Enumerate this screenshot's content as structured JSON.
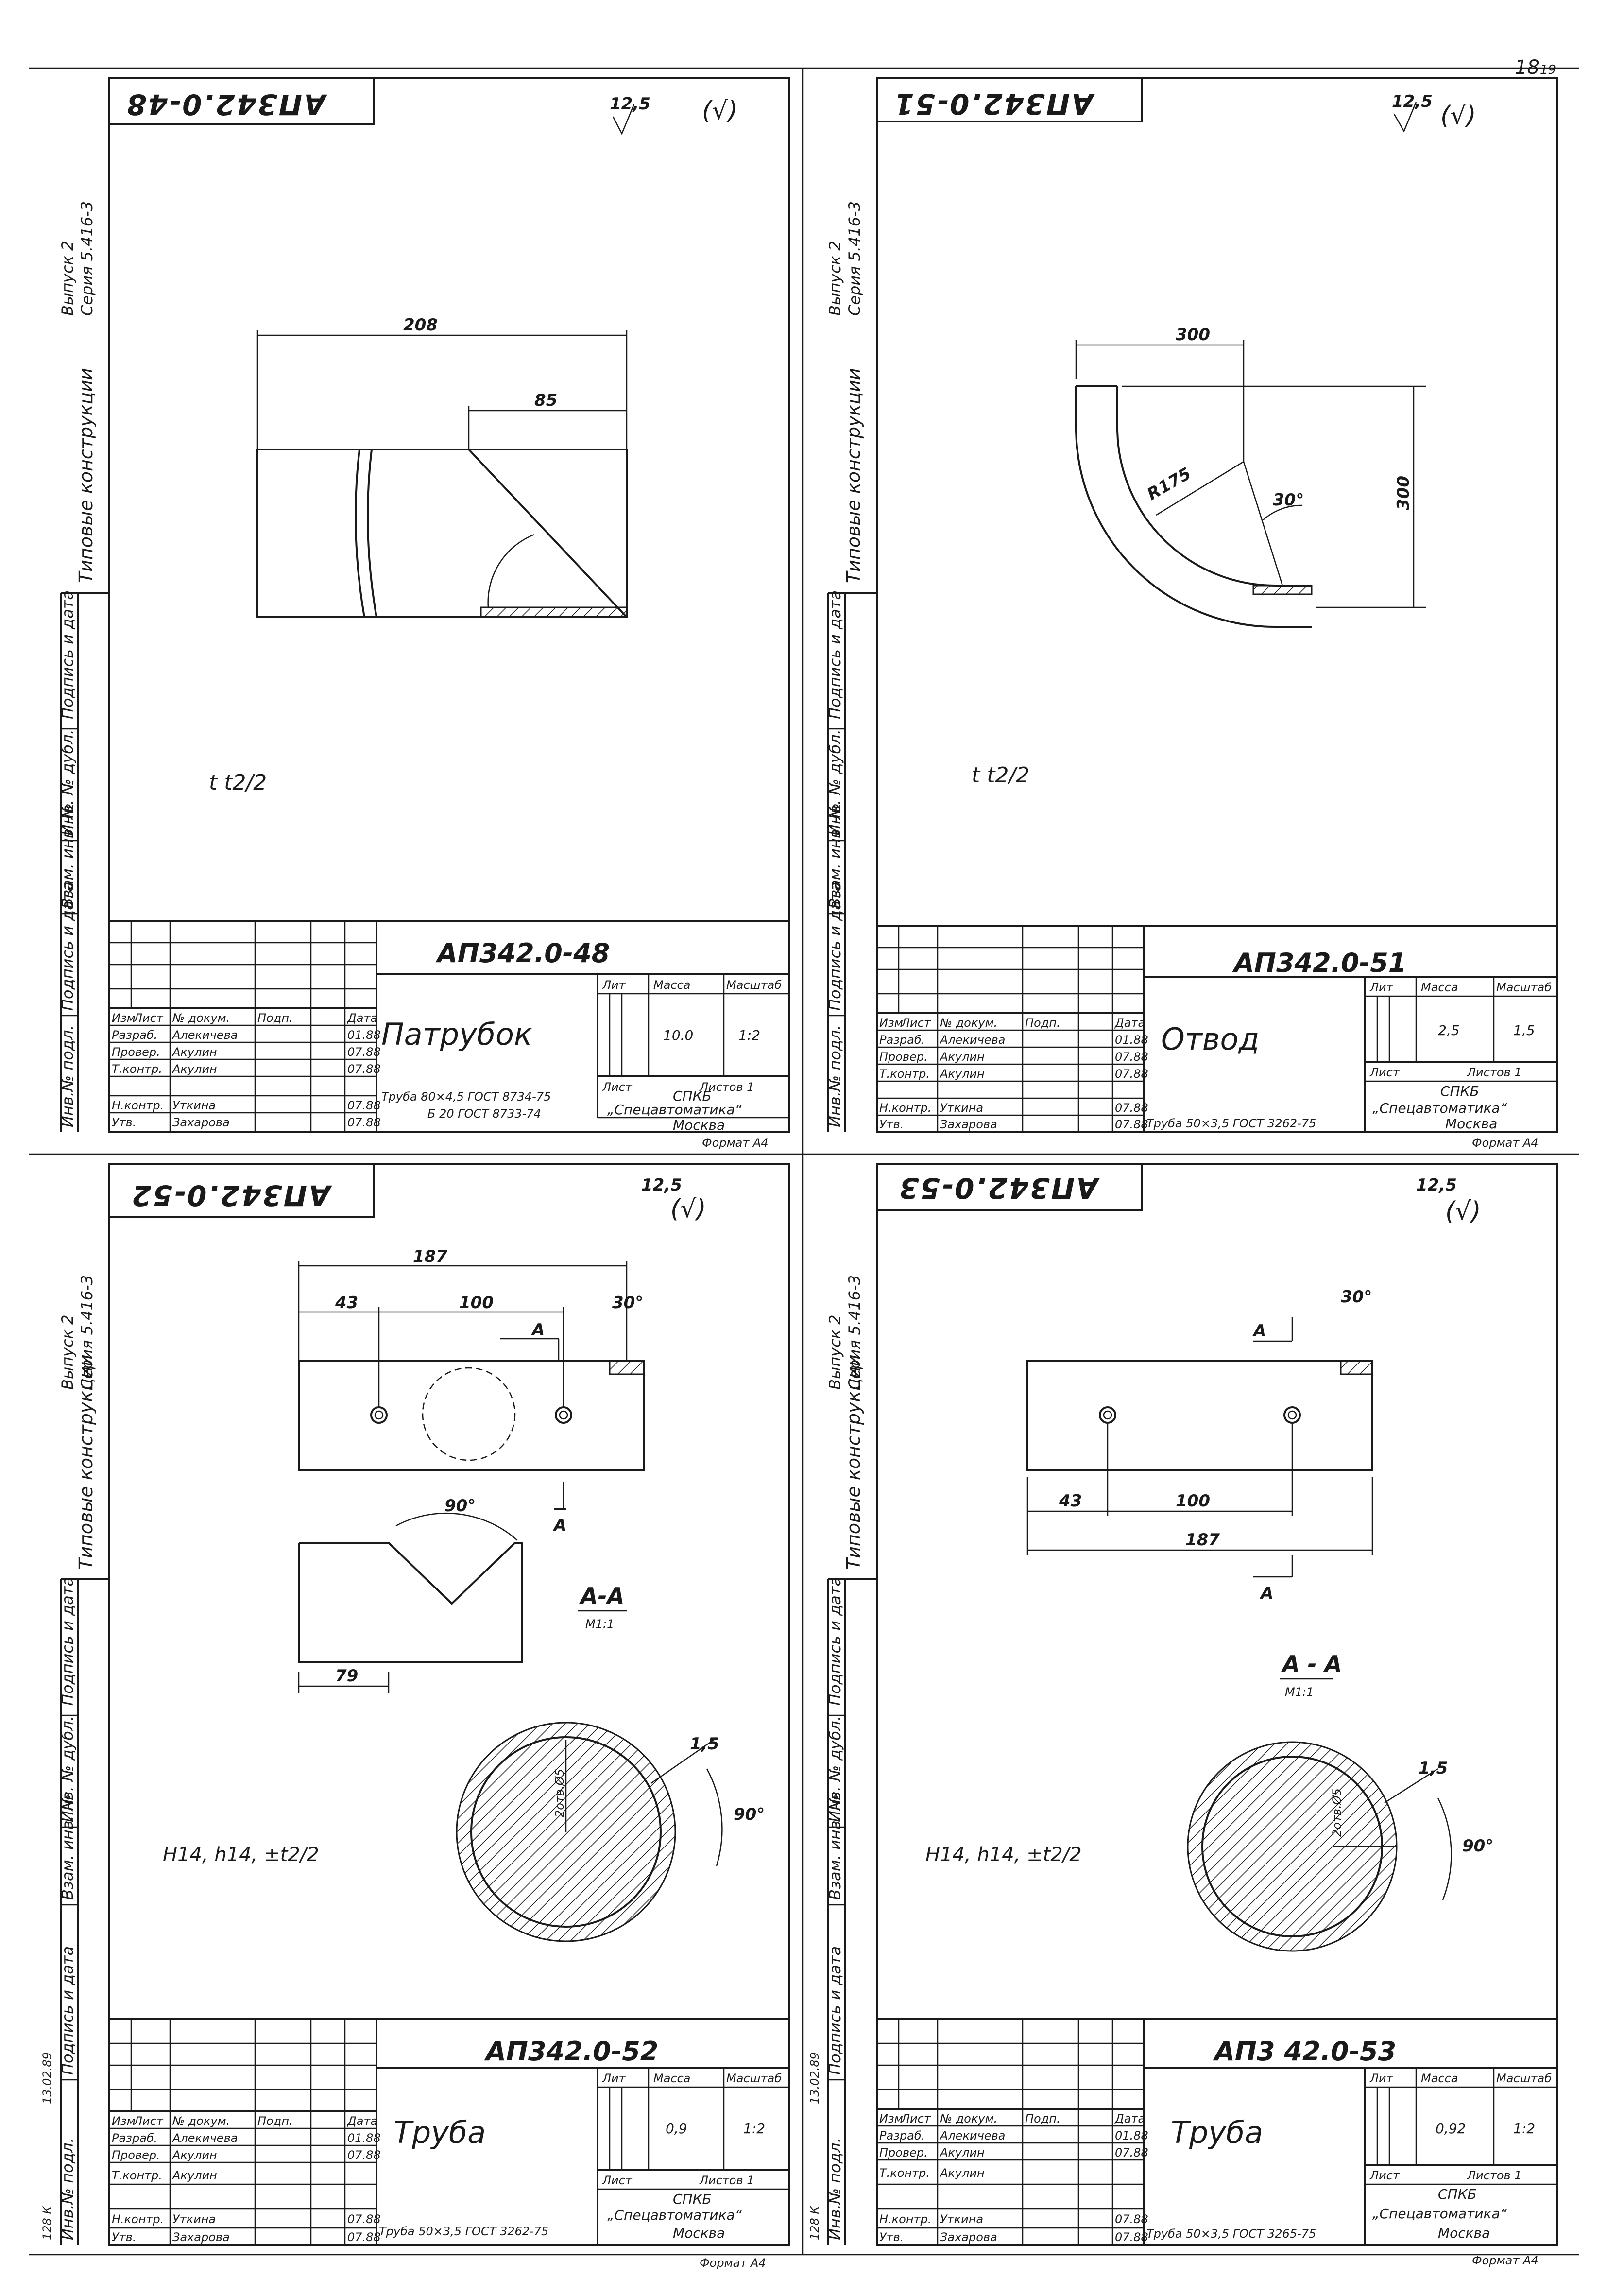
{
  "page": {
    "page_number": "18",
    "page_number_alt": "19"
  },
  "sheets": [
    {
      "code_top": "АП342.0-48",
      "roughness": "12,5",
      "roughness_sign": "(√)",
      "side_series": "Серия 5.416-3",
      "side_issue": "Выпуск 2",
      "side_title": "Типовые конструкции",
      "tolerance_note": "t  t2/2",
      "dims": {
        "d1": "208",
        "d2": "85"
      },
      "title_block": {
        "designation": "АП342.0-48",
        "name": "Патрубок",
        "mass": "10.0",
        "scale": "1:2",
        "material_1": "Труба 80×4,5 ГОСТ 8734-75",
        "material_2": "Б 20 ГОСТ 8733-74",
        "sheets": "Листов 1"
      }
    },
    {
      "code_top": "АП342.0-51",
      "roughness": "12,5",
      "roughness_sign": "(√)",
      "side_series": "Серия 5.416-3",
      "side_issue": "Выпуск 2",
      "side_title": "Типовые конструкции",
      "tolerance_note": "t  t2/2",
      "dims": {
        "d1": "300",
        "d2": "300",
        "radius": "R175",
        "angle": "30°"
      },
      "title_block": {
        "designation": "АП342.0-51",
        "name": "Отвод",
        "mass": "2,5",
        "scale": "1,5",
        "material_1": "Труба 50×3,5 ГОСТ 3262-75",
        "material_2": "",
        "sheets": "Листов 1"
      }
    },
    {
      "code_top": "АП342.0-52",
      "roughness": "12,5",
      "roughness_sign": "(√)",
      "side_series": "Серия 5.416-3",
      "side_issue": "Выпуск 2",
      "side_title": "Типовые конструкции",
      "tolerance_note": "H14, h14, ±t2/2",
      "dims": {
        "d1": "187",
        "d2": "43",
        "d3": "100",
        "angle": "30°",
        "angle2": "90°",
        "d4": "79",
        "section": "А-А",
        "section_scale": "М1:1",
        "hole": "2отв.Ø5",
        "wall": "1,5",
        "angle3": "90°",
        "label_a": "А"
      },
      "archive_number": "128 К",
      "archive_date": "13.02.89",
      "title_block": {
        "designation": "АП342.0-52",
        "name": "Труба",
        "mass": "0,9",
        "scale": "1:2",
        "material_1": "Труба 50×3,5 ГОСТ 3262-75",
        "material_2": "",
        "sheets": "Листов 1"
      }
    },
    {
      "code_top": "АП342.0-53",
      "roughness": "12,5",
      "roughness_sign": "(√)",
      "side_series": "Серия 5.416-3",
      "side_issue": "Выпуск 2",
      "side_title": "Типовые конструкции",
      "tolerance_note": "H14, h14, ±t2/2",
      "dims": {
        "d1": "187",
        "d2": "43",
        "d3": "100",
        "angle": "30°",
        "section": "А - А",
        "section_scale": "М1:1",
        "hole": "2отв.Ø5",
        "wall": "1,5",
        "angle3": "90°",
        "label_a": "А"
      },
      "archive_number": "128 К",
      "archive_date": "13.02.89",
      "title_block": {
        "designation": "АП3 42.0-53",
        "name": "Труба",
        "mass": "0,92",
        "scale": "1:2",
        "material_1": "Труба 50×3,5 ГОСТ 3265-75",
        "material_2": "",
        "sheets": "Листов 1"
      }
    }
  ],
  "common": {
    "col_izm": "Изм",
    "col_list": "Лист",
    "col_doc": "№ докум.",
    "col_sign": "Подп.",
    "col_date": "Дата",
    "lit": "Лит",
    "massa": "Масса",
    "masshtab": "Масштаб",
    "list": "Лист",
    "role_razrab": "Разраб.",
    "role_prover": "Провер.",
    "role_tkontr": "Т.контр.",
    "role_nkontr": "Н.контр.",
    "role_utv": "Утв.",
    "name_razrab": "Алекичева",
    "name_prover": "Акулин",
    "name_tkontr": "Акулин",
    "name_nkontr": "Уткина",
    "name_utv": "Захарова",
    "date_1": "01.88",
    "date_2": "07.88",
    "org_1": "СПКБ",
    "org_2": "„Спецавтоматика“",
    "org_3": "Москва",
    "format": "Формат А4",
    "side_stamp_1": "Инв.№ подл.",
    "side_stamp_2": "Подпись и дата",
    "side_stamp_3": "Взам. инв. №",
    "side_stamp_4": "Инв. № дубл.",
    "side_stamp_5": "Подпись и дата"
  }
}
